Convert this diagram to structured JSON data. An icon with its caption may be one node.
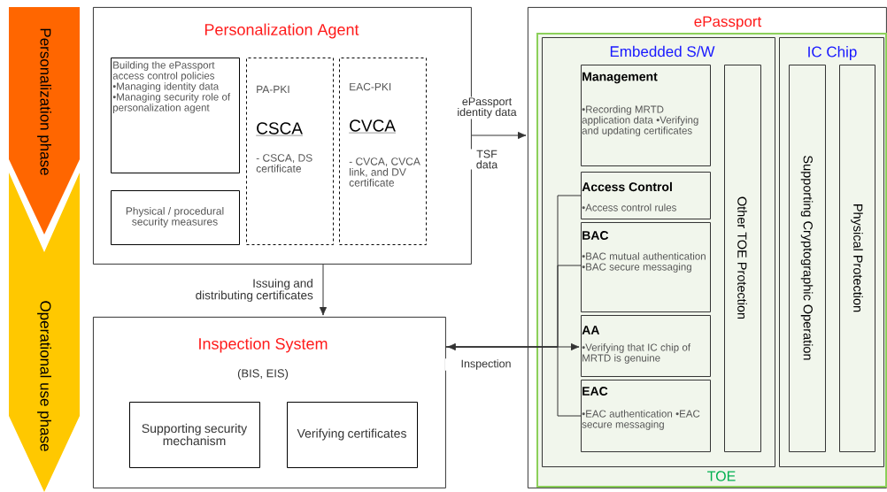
{
  "diagram": {
    "nodes": [
      {
        "text": [
          "Personalization phase"
        ]
      },
      {
        "text": [
          "Operational use phase"
        ]
      },
      {
        "text": [
          "Personalization Agent"
        ]
      },
      {
        "text": [
          "Building the ePassport access control policies •Managing identity data •Managing security role of personalization agent"
        ],
        "in": 2
      },
      {
        "text": [
          "Physical / procedural security measures"
        ],
        "in": 2
      },
      {
        "text": [
          "PA-PKI",
          "CSCA",
          "- CSCA, DS certificate"
        ],
        "in": 2
      },
      {
        "text": [
          "EAC-PKI",
          "CVCA",
          "- CVCA, CVCA link, and DV certificate"
        ],
        "in": 2
      },
      {
        "text": [
          "Inspection System",
          "(BIS, EIS)"
        ]
      },
      {
        "text": [
          "Supporting security mechanism"
        ],
        "in": 7
      },
      {
        "text": [
          "Verifying certificates"
        ],
        "in": 7
      },
      {
        "text": [
          "ePassport"
        ]
      },
      {
        "text": [
          "TOE"
        ],
        "in": 10
      },
      {
        "text": [
          "Embedded S/W"
        ],
        "in": 11
      },
      {
        "text": [
          "Management",
          "•Recording MRTD application data •Verifying and updating certificates"
        ],
        "in": 12
      },
      {
        "text": [
          "Access Control",
          "•Access control rules"
        ],
        "in": 12
      },
      {
        "text": [
          "BAC",
          "•BAC mutual authentication •BAC secure messaging"
        ],
        "in": 12
      },
      {
        "text": [
          "AA",
          "•Verifying that IC chip of MRTD is genuine"
        ],
        "in": 12
      },
      {
        "text": [
          "EAC",
          "•EAC authentication •EAC secure messaging"
        ],
        "in": 12
      },
      {
        "text": [
          "Other TOE Protection"
        ],
        "in": 12
      },
      {
        "text": [
          "IC Chip"
        ],
        "in": 11
      },
      {
        "text": [
          "Supporting Cryptographic Operation"
        ],
        "in": 19
      },
      {
        "text": [
          "Physical Protection"
        ],
        "in": 19
      }
    ],
    "edges": [
      {
        "from": 2,
        "to": 10,
        "arrow": "to",
        "label": "ePassport identity data"
      },
      {
        "from": 2,
        "to": 7,
        "arrow": "to",
        "label": "Issuing and distributing certificates"
      },
      {
        "from": 7,
        "to": 14,
        "arrow": "none"
      },
      {
        "from": 7,
        "to": 15,
        "arrow": "none"
      },
      {
        "from": 7,
        "to": 16,
        "arrow": "both",
        "label": "Inspection"
      },
      {
        "from": 7,
        "to": 17,
        "arrow": "none"
      }
    ],
    "labels": [
      "TSF data"
    ]
  }
}
